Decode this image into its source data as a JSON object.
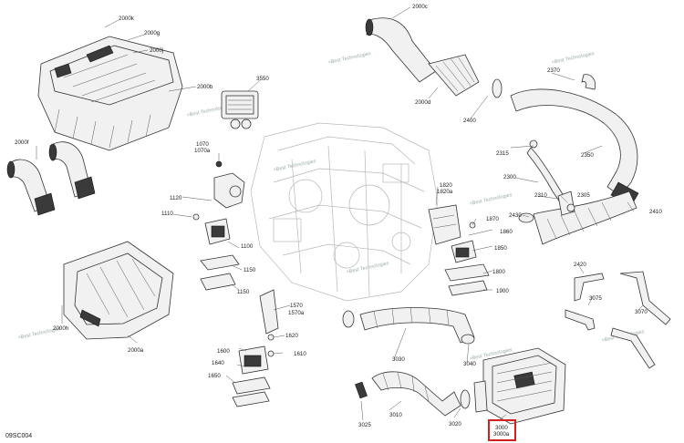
{
  "labels": {
    "l2000k": "2000k",
    "l2000g": "2000g",
    "l2000j": "2000j",
    "l2000b": "2000b",
    "l2000f": "2000f",
    "l2000h": "2000h",
    "l2000a": "2000a",
    "l3550": "3550",
    "l1070": "1070",
    "l1070a": "1070a",
    "l1120": "1120",
    "l1110": "1110",
    "l1100": "1100",
    "l1150": "1150",
    "l1150b": "1150",
    "l1570": "1570",
    "l1570a": "1570a",
    "l1620": "1620",
    "l1610": "1610",
    "l1600": "1600",
    "l1640": "1640",
    "l1650": "1650",
    "l2000c": "2000c",
    "l2000d": "2000d",
    "l2400": "2400",
    "l2370": "2370",
    "l2315": "2315",
    "l2350": "2350",
    "l2300": "2300",
    "l2310": "2310",
    "l2305": "2305",
    "l2430": "2430",
    "l2410": "2410",
    "l1820": "1820",
    "l1820a": "1820a",
    "l1870": "1870",
    "l1860": "1860",
    "l1850": "1850",
    "l1800": "1800",
    "l1900": "1900",
    "l2420": "2420",
    "l3075": "3075",
    "l3070": "3070",
    "l3030": "3030",
    "l3040": "3040",
    "l3010": "3010",
    "l3020": "3020",
    "l3025": "3025",
    "l3000": "3000",
    "l3000a": "3000a"
  },
  "reference": "09SC004",
  "watermark": "+Best Technologies",
  "highlight_color": "#d4201f"
}
